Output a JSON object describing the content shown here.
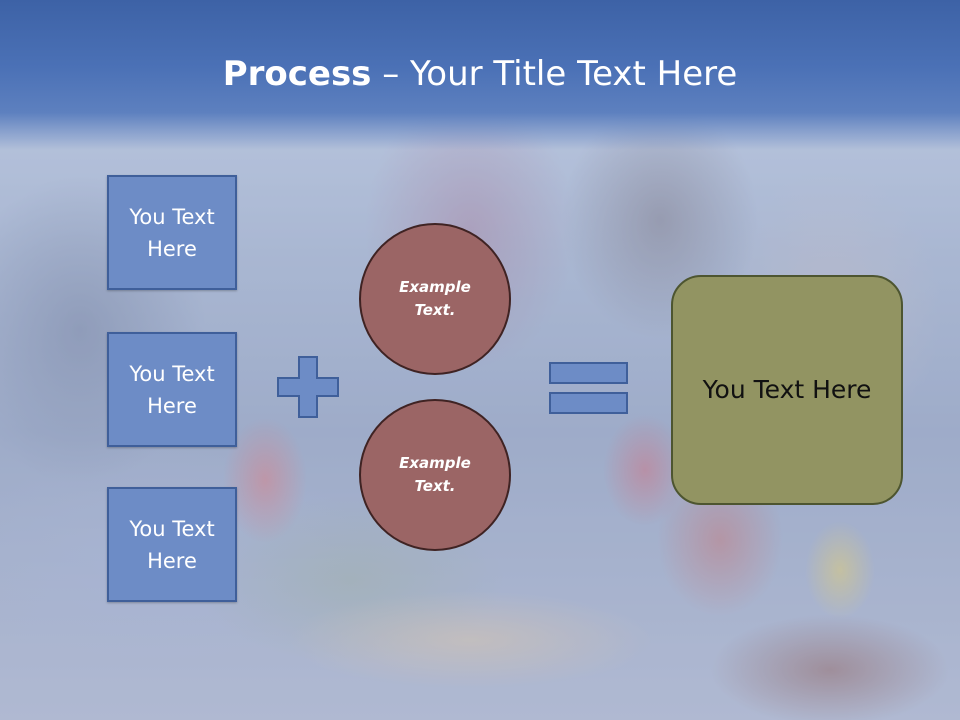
{
  "slide": {
    "title_bold": "Process",
    "title_rest": " – Your Title Text Here"
  },
  "diagram": {
    "inputs": [
      {
        "label": "You Text Here"
      },
      {
        "label": "You Text Here"
      },
      {
        "label": "You Text Here"
      }
    ],
    "circles": [
      {
        "label": "Example Text."
      },
      {
        "label": "Example Text."
      }
    ],
    "operator_plus": "plus-sign-icon",
    "operator_equals": "equals-sign-icon",
    "result": {
      "label": "You Text Here"
    }
  },
  "colors": {
    "title_band": "#4b71b6",
    "input_box": "#6d8cc6",
    "circle": "#9b6565",
    "result_box": "#929462"
  }
}
